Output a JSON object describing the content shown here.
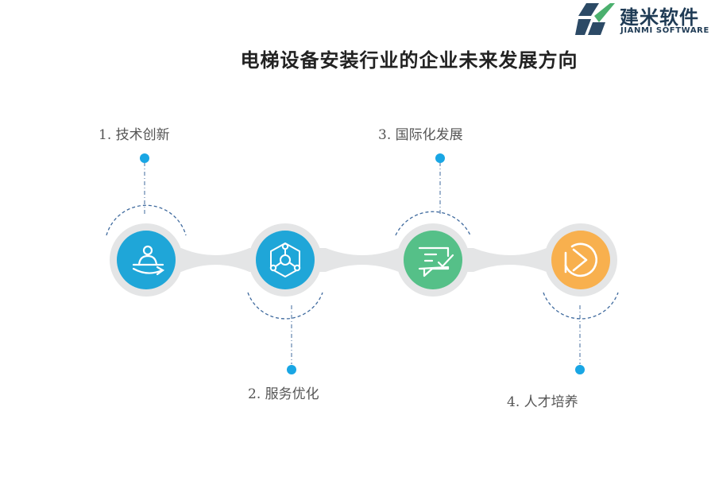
{
  "brand": {
    "name_cn": "建米软件",
    "name_en": "JIANMI SOFTWARE"
  },
  "title": "电梯设备安装行业的企业未来发展方向",
  "colors": {
    "accent_dot": "#19a6e4",
    "connector": "#e4e5e6",
    "step1": "#1fa6d8",
    "step2": "#1fa6d8",
    "step3": "#55c088",
    "step4": "#f8b04e",
    "dash_arc": "#3f6a9e"
  },
  "steps": [
    {
      "label": "1.  技术创新",
      "icon": "person-orbit-icon",
      "color": "#1fa6d8"
    },
    {
      "label": "2. 服务优化",
      "icon": "hexagon-network-icon",
      "color": "#1fa6d8"
    },
    {
      "label": "3.  国际化发展",
      "icon": "chat-check-icon",
      "color": "#55c088"
    },
    {
      "label": "4. 人才培养",
      "icon": "circle-arrow-icon",
      "color": "#f8b04e"
    }
  ]
}
